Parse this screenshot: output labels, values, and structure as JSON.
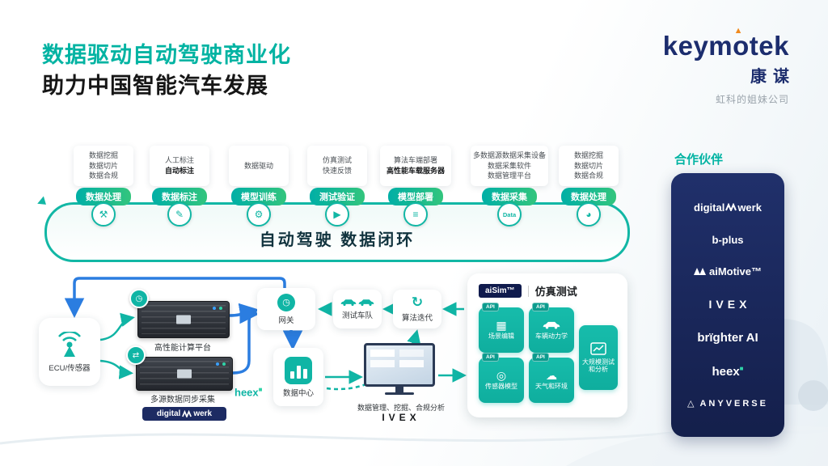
{
  "header": {
    "title_line1": "数据驱动自动驾驶商业化",
    "title_line2": "助力中国智能汽车发展",
    "brand": {
      "logo": "keymotek",
      "logo_cn": "康谋",
      "tagline": "虹科的姐妹公司"
    }
  },
  "colors": {
    "teal": "#10b5a5",
    "green": "#33c57d",
    "navy": "#1d2b63",
    "blue": "#2b7de0",
    "orange": "#f08a1e"
  },
  "pipeline": {
    "loop_label": "自动驾驶  数据闭环",
    "stages": [
      {
        "lines": [
          "数据挖掘",
          "数据切片",
          "数据合规"
        ],
        "label": "数据处理",
        "icon": "process-icon"
      },
      {
        "lines": [
          "人工标注",
          "自动标注"
        ],
        "label": "数据标注",
        "icon": "annotate-icon"
      },
      {
        "lines": [
          "数据驱动"
        ],
        "label": "模型训练",
        "icon": "gear-icon"
      },
      {
        "lines": [
          "仿真测试",
          "快速反馈"
        ],
        "label": "测试验证",
        "icon": "monitor-play-icon"
      },
      {
        "lines": [
          "算法车端部署",
          "高性能车载服务器"
        ],
        "label": "模型部署",
        "icon": "server-icon"
      },
      {
        "lines": [
          "多数据源数据采集设备",
          "数据采集软件",
          "数据管理平台"
        ],
        "label": "数据采集",
        "icon": "data-icon"
      },
      {
        "lines": [
          "数据挖掘",
          "数据切片",
          "数据合规"
        ],
        "label": "数据处理",
        "icon": "pie-icon"
      }
    ]
  },
  "partners": {
    "label": "合作伙伴",
    "logos": [
      {
        "name": "digitalwerk",
        "text_pre": "digital",
        "text_post": "werk"
      },
      {
        "name": "b-plus",
        "text": "b-plus"
      },
      {
        "name": "aimotive",
        "text": "aiMotive™"
      },
      {
        "name": "ivex",
        "text": "IVEX"
      },
      {
        "name": "brighter-ai",
        "text": "brïghter AI"
      },
      {
        "name": "heex",
        "text": "heex"
      },
      {
        "name": "anyverse",
        "text": "ANYVERSE"
      }
    ]
  },
  "flow": {
    "ecu": {
      "label": "ECU/传感器",
      "icon": "antenna-icon"
    },
    "hpc": {
      "caption": "高性能计算平台",
      "badge_icon": "gauge-icon"
    },
    "logger": {
      "caption": "多源数据同步采集",
      "badge_icon": "sync-icon",
      "vendor_pre": "digital",
      "vendor_post": "werk"
    },
    "gateway": {
      "label": "网关",
      "icon": "gauge-icon"
    },
    "fleet": {
      "label": "测试车队",
      "icon": "car-icon"
    },
    "iteration": {
      "label": "算法迭代",
      "icon": "loop-icon"
    },
    "datacenter": {
      "label": "数据中心",
      "icon": "bar-chart-icon",
      "vendor": "heex"
    },
    "analysis": {
      "caption": "数据管理、挖掘、合规分析",
      "vendor": "IVEX"
    },
    "simulation": {
      "logo": "aiSim™",
      "title": "仿真测试",
      "modules": [
        {
          "tag": "API",
          "label": "场景编辑",
          "icon": "scene-icon"
        },
        {
          "tag": "API",
          "label": "车辆动力学",
          "icon": "car-icon"
        },
        {
          "tag": "API",
          "label": "传感器模型",
          "icon": "sensor-icon"
        },
        {
          "tag": "API",
          "label": "天气和环境",
          "icon": "weather-icon"
        }
      ],
      "highlight": {
        "label": "大规模测试和分析",
        "icon": "analytics-icon"
      }
    }
  }
}
